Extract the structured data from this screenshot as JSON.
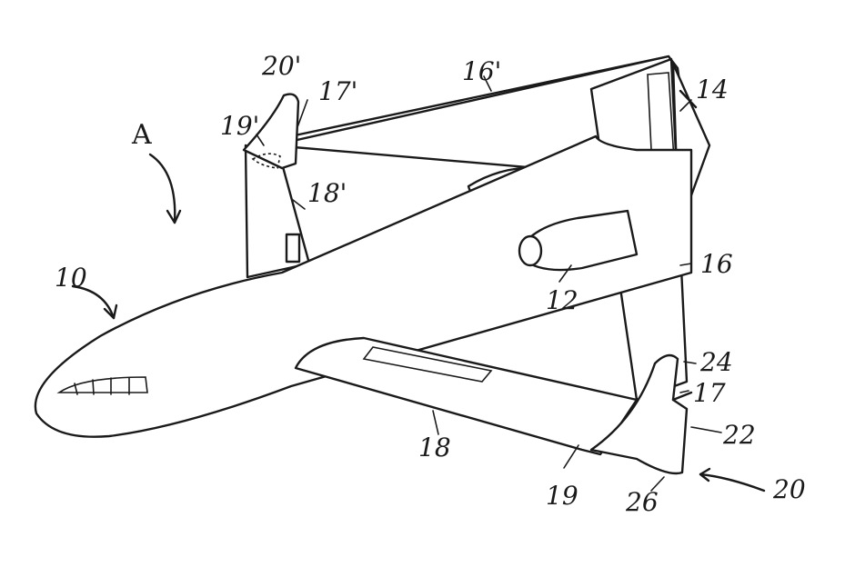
{
  "figure": {
    "labels": {
      "A": "A",
      "fuselage": "10",
      "engine": "12",
      "tail": "14",
      "wing_right": "16",
      "wing_left_far": "16'",
      "wing_tip_right": "17",
      "wing_tip_far": "17'",
      "wing_left": "18",
      "winglet_lower_far": "18'",
      "wing_root_tip": "19",
      "winglet_joint_far": "19'",
      "winglet": "20",
      "winglet_far": "20'",
      "trailing_edge_point": "22",
      "upper_winglet": "24",
      "lower_winglet": "26"
    }
  }
}
